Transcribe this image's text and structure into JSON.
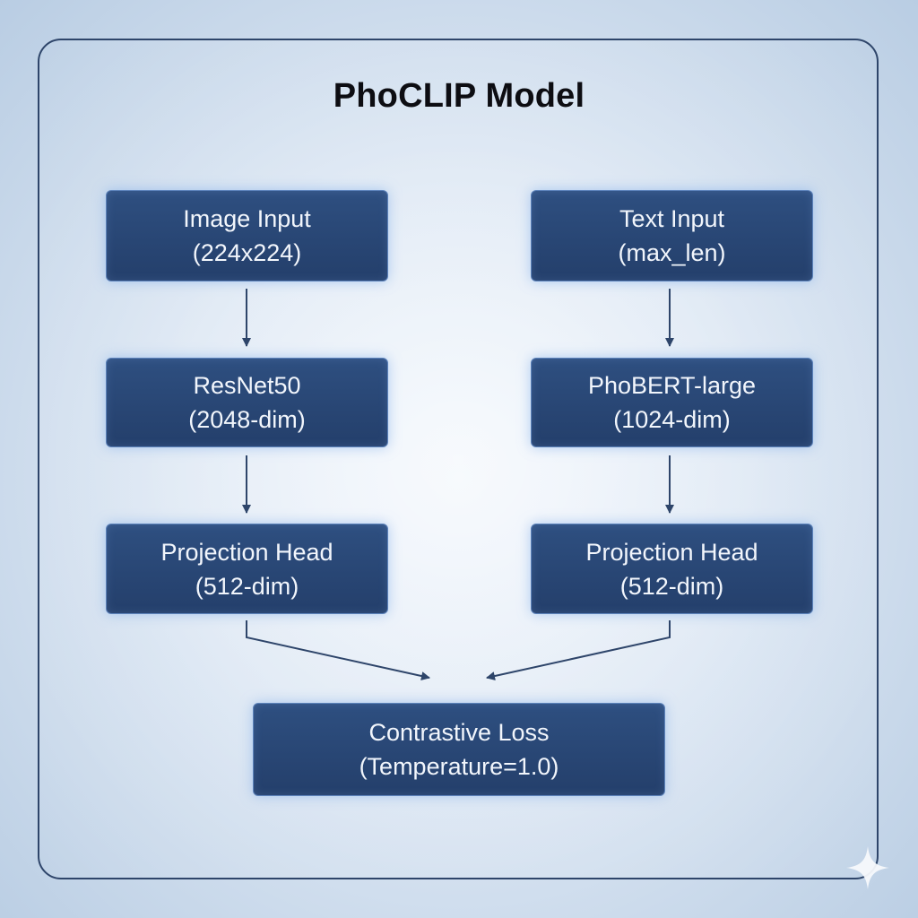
{
  "diagram": {
    "title": "PhoCLIP Model",
    "image_branch": {
      "input": {
        "line1": "Image Input",
        "line2": "(224x224)"
      },
      "encoder": {
        "line1": "ResNet50",
        "line2": "(2048-dim)"
      },
      "projection": {
        "line1": "Projection Head",
        "line2": "(512-dim)"
      }
    },
    "text_branch": {
      "input": {
        "line1": "Text Input",
        "line2": "(max_len)"
      },
      "encoder": {
        "line1": "PhoBERT-large",
        "line2": "(1024-dim)"
      },
      "projection": {
        "line1": "Projection Head",
        "line2": "(512-dim)"
      }
    },
    "loss": {
      "line1": "Contrastive Loss",
      "line2": "(Temperature=1.0)"
    }
  },
  "colors": {
    "box_fill": "#2a4875",
    "box_border": "#5d83bb",
    "box_text": "#f2f6fc",
    "arrow": "#2e456a",
    "frame_border": "#2e456a",
    "title_text": "#0d0d12"
  },
  "icons": {
    "corner_mark": "sparkle-icon"
  }
}
